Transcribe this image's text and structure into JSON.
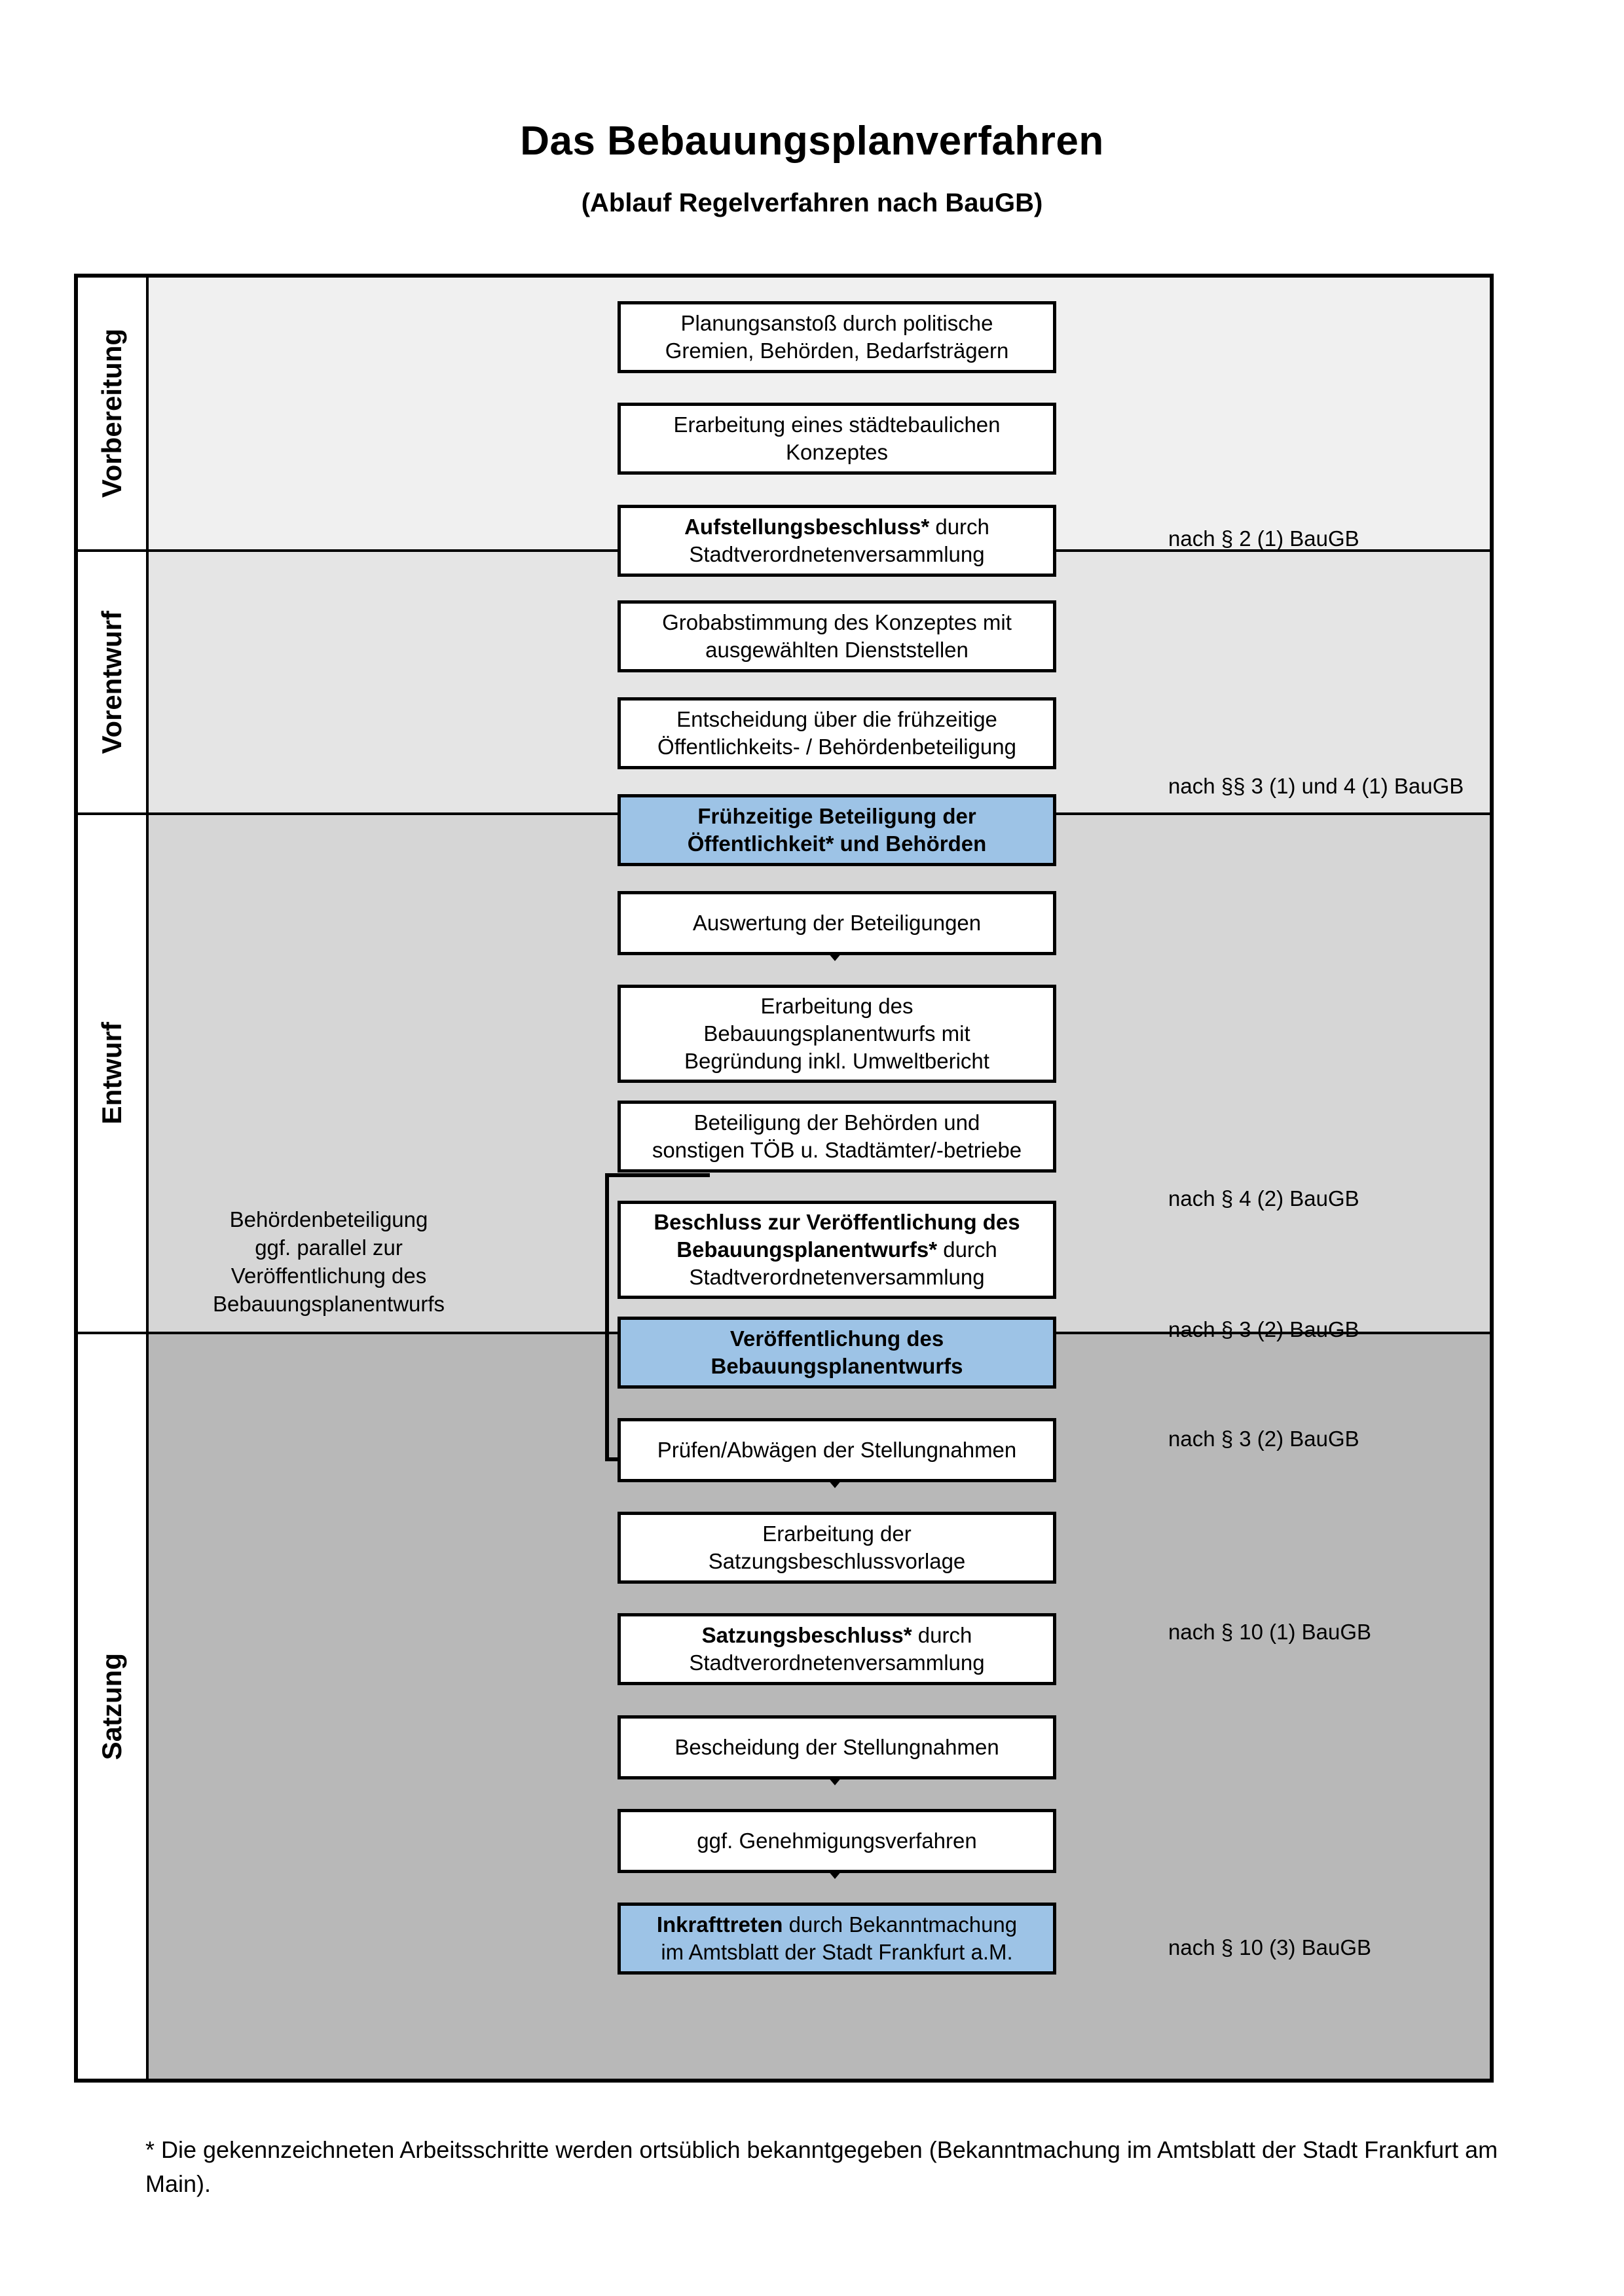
{
  "title": {
    "main": "Das Bebauungsplanverfahren",
    "sub": "(Ablauf Regelverfahren nach BauGB)"
  },
  "colors": {
    "highlight_blue": "#9DC3E6",
    "band_vorbereitung": "#F0F0F0",
    "band_vorentwurf": "#E5E5E5",
    "band_entwurf": "#D6D6D6",
    "band_satzung": "#B8B8B8",
    "outline": "#000000"
  },
  "phases": [
    {
      "label": "Vorbereitung"
    },
    {
      "label": "Vorentwurf"
    },
    {
      "label": "Entwurf"
    },
    {
      "label": "Satzung"
    }
  ],
  "steps": [
    {
      "id": "planungsanstoss",
      "phase": "Vorbereitung",
      "lines": [
        "Planungsanstoß durch politische",
        "Gremien, Behörden, Bedarfsträgern"
      ],
      "bold_prefix": "",
      "highlighted": false
    },
    {
      "id": "staedtebauliches-konzept",
      "phase": "Vorbereitung",
      "lines": [
        "Erarbeitung eines städtebaulichen",
        "Konzeptes"
      ],
      "bold_prefix": "",
      "highlighted": false
    },
    {
      "id": "aufstellungsbeschluss",
      "phase": "Vorbereitung",
      "lines": [
        "Aufstellungsbeschluss* durch",
        "Stadtverordnetenversammlung"
      ],
      "bold_prefix": "Aufstellungsbeschluss*",
      "highlighted": false
    },
    {
      "id": "grobabstimmung",
      "phase": "Vorentwurf",
      "lines": [
        "Grobabstimmung des Konzeptes mit",
        "ausgewählten Dienststellen"
      ],
      "bold_prefix": "",
      "highlighted": false
    },
    {
      "id": "entscheidung-fruehzeitige",
      "phase": "Vorentwurf",
      "lines": [
        "Entscheidung über die frühzeitige",
        "Öffentlichkeits- / Behördenbeteiligung"
      ],
      "bold_prefix": "",
      "highlighted": false
    },
    {
      "id": "fruehzeitige-beteiligung",
      "phase": "Vorentwurf",
      "lines": [
        "Frühzeitige Beteiligung der",
        "Öffentlichkeit* und Behörden"
      ],
      "bold_prefix": "ALL",
      "highlighted": true
    },
    {
      "id": "auswertung-beteiligungen",
      "phase": "Entwurf",
      "lines": [
        "Auswertung der Beteiligungen"
      ],
      "bold_prefix": "",
      "highlighted": false
    },
    {
      "id": "erarbeitung-bplanentwurf",
      "phase": "Entwurf",
      "lines": [
        "Erarbeitung des",
        "Bebauungsplanentwurfs mit",
        "Begründung inkl. Umweltbericht"
      ],
      "bold_prefix": "",
      "highlighted": false
    },
    {
      "id": "beteiligung-behoerden-toeb",
      "phase": "Entwurf",
      "lines": [
        "Beteiligung der Behörden und",
        "sonstigen TÖB u. Stadtämter/-betriebe"
      ],
      "bold_prefix": "",
      "highlighted": false
    },
    {
      "id": "beschluss-veroeffentlichung",
      "phase": "Entwurf",
      "lines": [
        "Beschluss zur Veröffentlichung des",
        "Bebauungsplanentwurfs* durch",
        "Stadtverordnetenversammlung"
      ],
      "bold_prefix": "Beschluss zur Veröffentlichung des Bebauungsplanentwurfs*",
      "highlighted": false
    },
    {
      "id": "veroeffentlichung-bplanentwurf",
      "phase": "Entwurf",
      "lines": [
        "Veröffentlichung des",
        "Bebauungsplanentwurfs"
      ],
      "bold_prefix": "ALL",
      "highlighted": true
    },
    {
      "id": "pruefen-abwaegen",
      "phase": "Satzung",
      "lines": [
        "Prüfen/Abwägen der Stellungnahmen"
      ],
      "bold_prefix": "",
      "highlighted": false
    },
    {
      "id": "erarbeitung-satzungsbeschlussvorlage",
      "phase": "Satzung",
      "lines": [
        "Erarbeitung der",
        "Satzungsbeschlussvorlage"
      ],
      "bold_prefix": "",
      "highlighted": false
    },
    {
      "id": "satzungsbeschluss",
      "phase": "Satzung",
      "lines": [
        "Satzungsbeschluss* durch",
        "Stadtverordnetenversammlung"
      ],
      "bold_prefix": "Satzungsbeschluss*",
      "highlighted": false
    },
    {
      "id": "bescheidung-stellungnahmen",
      "phase": "Satzung",
      "lines": [
        "Bescheidung der Stellungnahmen"
      ],
      "bold_prefix": "",
      "highlighted": false
    },
    {
      "id": "genehmigungsverfahren",
      "phase": "Satzung",
      "lines": [
        "ggf. Genehmigungsverfahren"
      ],
      "bold_prefix": "",
      "highlighted": false
    },
    {
      "id": "inkrafttreten",
      "phase": "Satzung",
      "lines": [
        "Inkrafttreten durch Bekanntmachung",
        "im Amtsblatt der Stadt Frankfurt a.M."
      ],
      "bold_prefix": "Inkrafttreten",
      "highlighted": true
    }
  ],
  "step_text": {
    "s0_l1": "Planungsanstoß durch politische",
    "s0_l2": "Gremien, Behörden, Bedarfsträgern",
    "s1_l1": "Erarbeitung eines städtebaulichen",
    "s1_l2": "Konzeptes",
    "s2_b": "Aufstellungsbeschluss*",
    "s2_r": " durch",
    "s2_l2": "Stadtverordnetenversammlung",
    "s3_l1": "Grobabstimmung des Konzeptes mit",
    "s3_l2": "ausgewählten Dienststellen",
    "s4_l1": "Entscheidung über die frühzeitige",
    "s4_l2": "Öffentlichkeits- / Behördenbeteiligung",
    "s5_l1": "Frühzeitige Beteiligung der",
    "s5_l2": "Öffentlichkeit* und Behörden",
    "s6_l1": "Auswertung der Beteiligungen",
    "s7_l1": "Erarbeitung des",
    "s7_l2": "Bebauungsplanentwurfs mit",
    "s7_l3": "Begründung inkl. Umweltbericht",
    "s8_l1": "Beteiligung der Behörden und",
    "s8_l2": "sonstigen TÖB u. Stadtämter/-betriebe",
    "s9_b1": "Beschluss zur Veröffentlichung des",
    "s9_b2": "Bebauungsplanentwurfs*",
    "s9_r": " durch",
    "s9_l3": "Stadtverordnetenversammlung",
    "s10_l1": "Veröffentlichung des",
    "s10_l2": "Bebauungsplanentwurfs",
    "s11_l1": "Prüfen/Abwägen der Stellungnahmen",
    "s12_l1": "Erarbeitung der",
    "s12_l2": "Satzungsbeschlussvorlage",
    "s13_b": "Satzungsbeschluss*",
    "s13_r": " durch",
    "s13_l2": "Stadtverordnetenversammlung",
    "s14_l1": "Bescheidung der Stellungnahmen",
    "s15_l1": "ggf. Genehmigungsverfahren",
    "s16_b": "Inkrafttreten",
    "s16_r": " durch Bekanntmachung",
    "s16_l2": "im Amtsblatt der Stadt Frankfurt a.M."
  },
  "legal_refs": [
    {
      "id": "ref-par2-1",
      "text": "nach § 2 (1) BauGB",
      "for_step": "aufstellungsbeschluss"
    },
    {
      "id": "ref-par3-1-4-1",
      "text": "nach §§ 3 (1) und 4 (1) BauGB",
      "for_step": "fruehzeitige-beteiligung"
    },
    {
      "id": "ref-par4-2",
      "text": "nach § 4 (2) BauGB",
      "for_step": "beteiligung-behoerden-toeb"
    },
    {
      "id": "ref-par3-2-a",
      "text": "nach § 3 (2) BauGB",
      "for_step": "beschluss-veroeffentlichung"
    },
    {
      "id": "ref-par3-2-b",
      "text": "nach § 3 (2) BauGB",
      "for_step": "veroeffentlichung-bplanentwurf"
    },
    {
      "id": "ref-par10-1",
      "text": "nach § 10 (1) BauGB",
      "for_step": "satzungsbeschluss"
    },
    {
      "id": "ref-par10-3",
      "text": "nach § 10 (3) BauGB",
      "for_step": "inkrafttreten"
    }
  ],
  "side_note": {
    "l1": "Behördenbeteiligung",
    "l2": "ggf. parallel zur",
    "l3": "Veröffentlichung des",
    "l4": "Bebauungsplanentwurfs"
  },
  "footnote": {
    "text": "* Die gekennzeichneten Arbeitsschritte werden ortsüblich bekanntgegeben (Bekanntmachung im Amtsblatt  der Stadt Frankfurt am Main)."
  }
}
